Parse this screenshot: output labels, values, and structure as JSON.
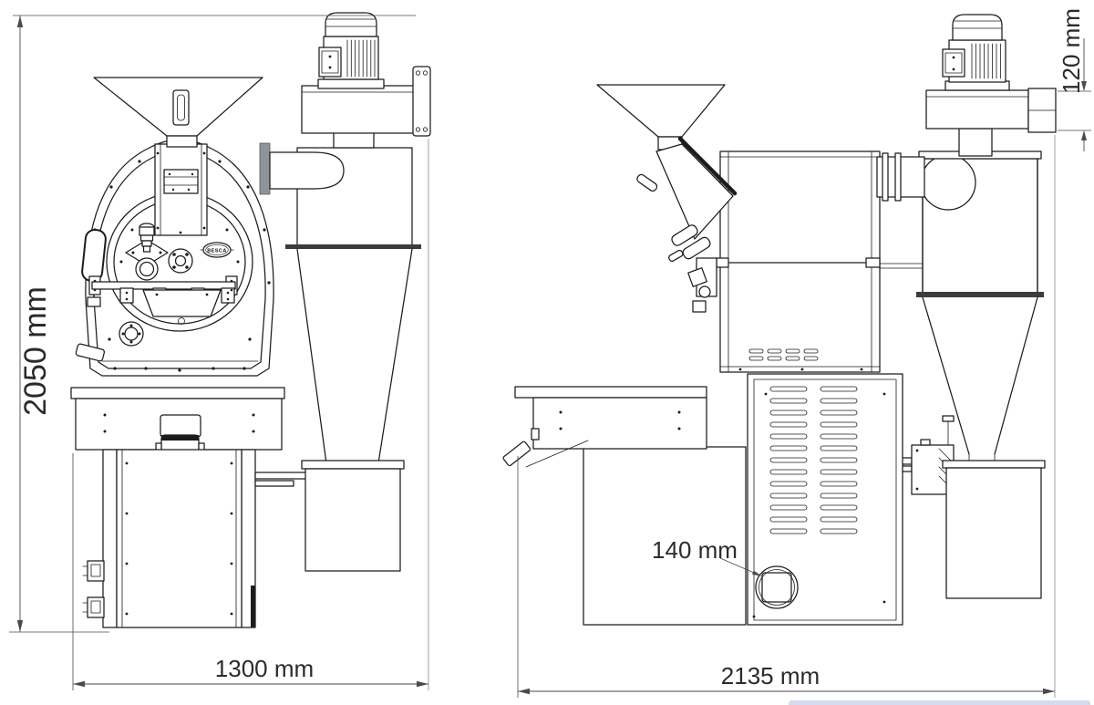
{
  "colors": {
    "line": "#1c1c1c",
    "dimension": "#4a4a4a",
    "text": "#2b2b2b",
    "accent_strip": "#ccd4f0",
    "bracket_gray": "#8f949a"
  },
  "logo": {
    "text": "BESCA"
  },
  "dimensions": {
    "overall_height": "2050 mm",
    "front_overall_width": "1300 mm",
    "side_overall_width": "2135 mm",
    "outlet_duct_height": "120 mm",
    "exhaust_port_diameter": "140 mm"
  }
}
